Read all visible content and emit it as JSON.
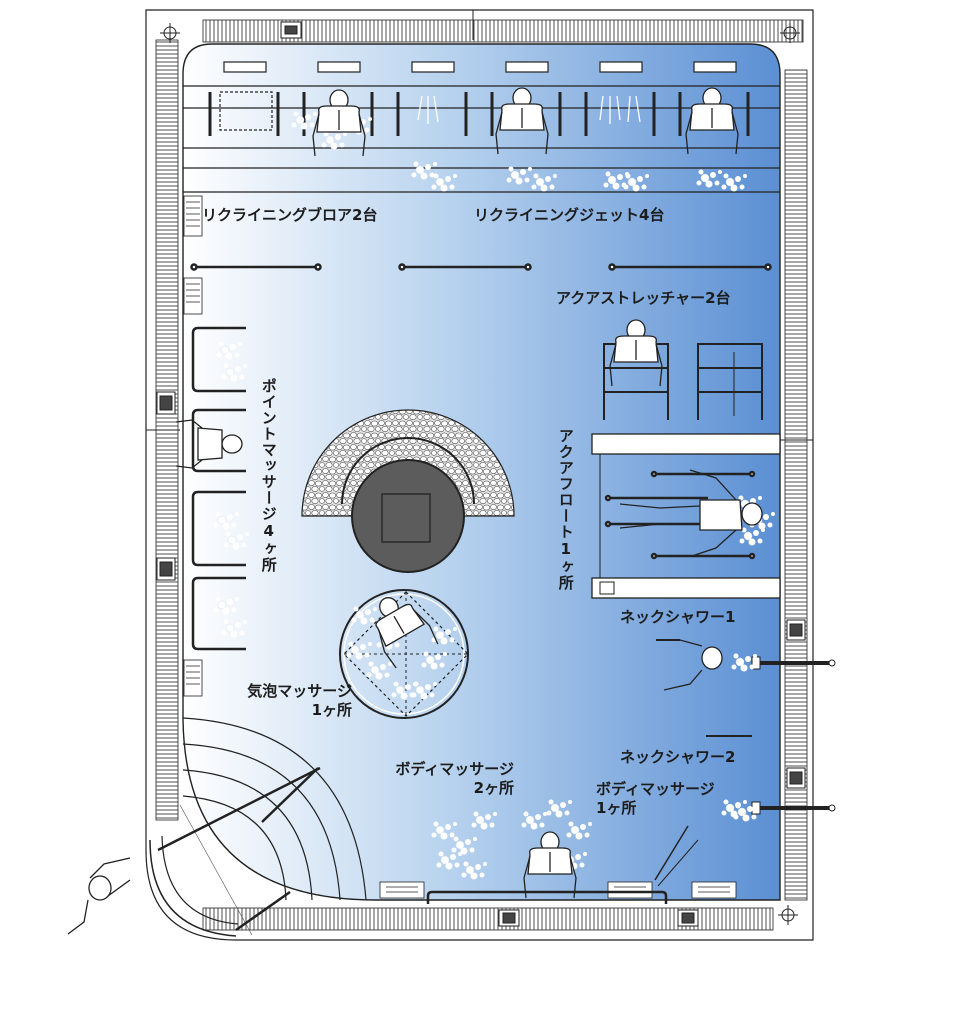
{
  "labels": {
    "reclining_blower": "リクライニングブロア2台",
    "reclining_jet": "リクライニングジェット4台",
    "aqua_stretcher": "アクアストレッチャー2台",
    "point_massage": "ポイントマッサージ4ヶ所",
    "aqua_float": "アクアフロート1ヶ所",
    "neck_shower_1": "ネックシャワー1",
    "neck_shower_2": "ネックシャワー2",
    "bubble_massage_line1": "気泡マッサージ",
    "bubble_massage_line2": "1ヶ所",
    "body_massage_a_line1": "ボディマッサージ",
    "body_massage_a_line2": "2ヶ所",
    "body_massage_b_line1": "ボディマッサージ",
    "body_massage_b_line2": "1ヶ所"
  },
  "colors": {
    "water_light": "#ffffff",
    "water_mid": "#b7d2ee",
    "water_dark": "#5b8fd3",
    "line": "#222222",
    "island": "#5c5c5c",
    "pebble": "#bfbfbf"
  }
}
